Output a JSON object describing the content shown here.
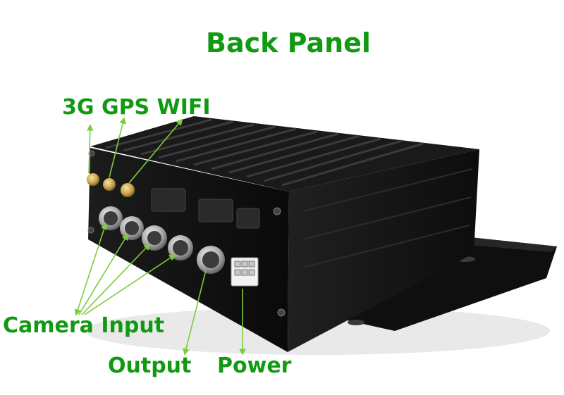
{
  "title": "Back Panel",
  "labels": {
    "antenna": "3G GPS WIFI",
    "camera_input": "Camera Input",
    "output": "Output",
    "power": "Power"
  },
  "colors": {
    "label_green": "#119a11",
    "arrow_green": "#7ccc3a",
    "housing": "#131313",
    "background": "#ffffff"
  }
}
